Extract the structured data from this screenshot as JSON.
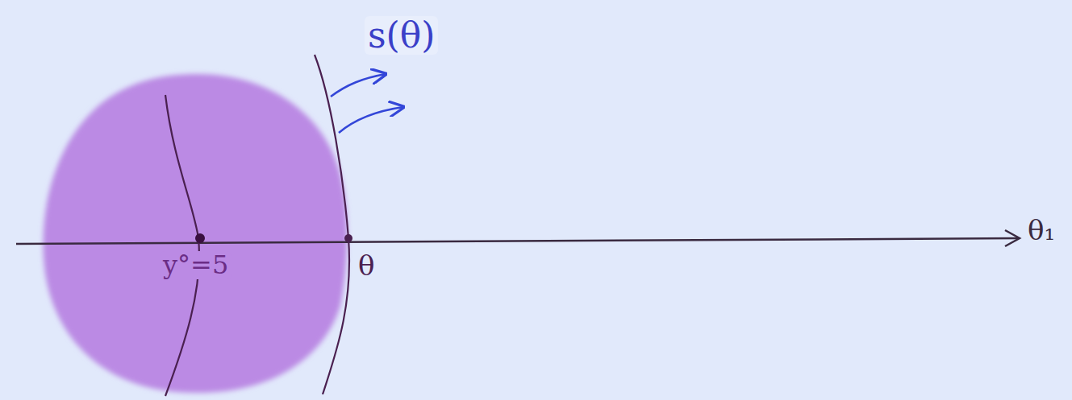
{
  "diagram": {
    "labels": [
      "s(θ)",
      "y°=5",
      "θ",
      "θ₁"
    ]
  }
}
